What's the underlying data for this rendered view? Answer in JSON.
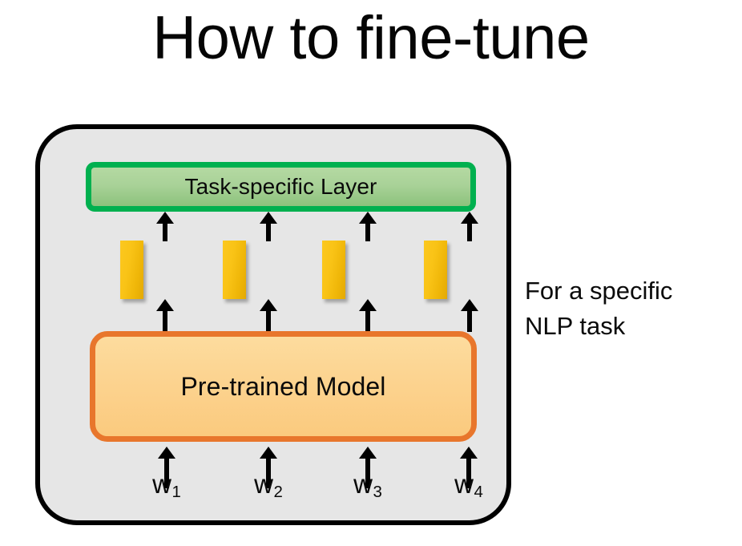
{
  "slide": {
    "title": "How to fine-tune",
    "background_color": "#ffffff"
  },
  "diagram": {
    "container": {
      "name": "fine-tuning architecture",
      "fill_color": "#e6e6e6",
      "border_color": "#000000"
    },
    "task_specific_layer": {
      "label": "Task-specific Layer",
      "border_color": "#00b04f",
      "fill_color": "#a9d298"
    },
    "pretrained_model": {
      "label": "Pre-trained Model",
      "border_color": "#e8762c",
      "fill_color": "#fcd491"
    },
    "token_bars": {
      "color": "#f9c316",
      "count": 4,
      "positions_x": [
        144,
        272,
        396,
        523
      ]
    },
    "arrows": {
      "color": "#000000",
      "columns_x": [
        156,
        285,
        409,
        536
      ],
      "rows": [
        "upper",
        "middle",
        "lower"
      ]
    },
    "input_tokens": [
      {
        "base": "w",
        "subscript": "1"
      },
      {
        "base": "w",
        "subscript": "2"
      },
      {
        "base": "w",
        "subscript": "3"
      },
      {
        "base": "w",
        "subscript": "4"
      }
    ]
  },
  "annotation": {
    "line1": "For a specific",
    "line2": "NLP task"
  }
}
